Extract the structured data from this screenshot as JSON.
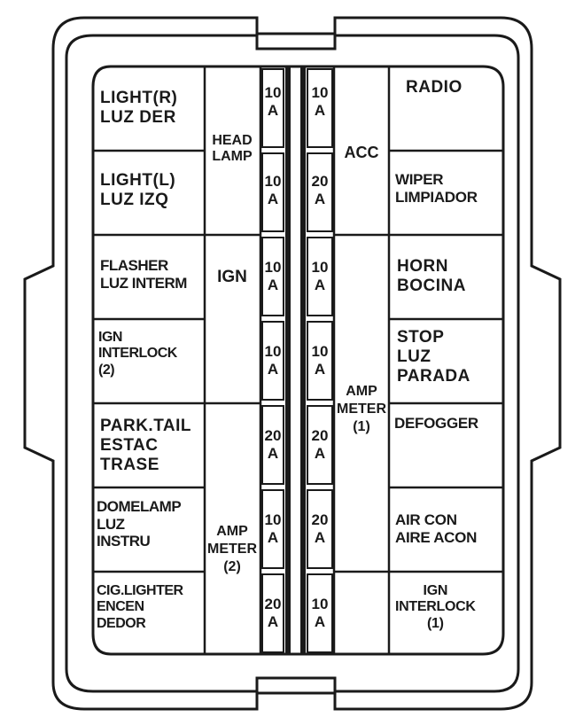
{
  "left_column": [
    "LIGHT(R)\nLUZ DER",
    "LIGHT(L)\nLUZ IZQ",
    "FLASHER\nLUZ INTERM",
    "IGN\nINTERLOCK\n(2)",
    "PARK.TAIL\nESTAC\nTRASE",
    "DOMELAMP\nLUZ\nINSTRU",
    "CIG.LIGHTER\nENCEN\nDEDOR"
  ],
  "left_circuits": {
    "head_lamp": "HEAD\nLAMP",
    "ign": "IGN",
    "amp_meter_2": "AMP\nMETER\n(2)"
  },
  "left_amps": [
    "10\nA",
    "10\nA",
    "10\nA",
    "10\nA",
    "20\nA",
    "10\nA",
    "20\nA"
  ],
  "right_amps": [
    "10\nA",
    "20\nA",
    "10\nA",
    "10\nA",
    "20\nA",
    "20\nA",
    "10\nA"
  ],
  "right_circuits": {
    "acc": "ACC",
    "amp_meter_1": "AMP\nMETER\n(1)"
  },
  "right_column": [
    "RADIO",
    "WIPER\nLIMPIADOR",
    "HORN\nBOCINA",
    "STOP\nLUZ\nPARADA",
    "DEFOGGER",
    "AIR CON\nAIRE ACON",
    "IGN\nINTERLOCK\n(1)"
  ]
}
